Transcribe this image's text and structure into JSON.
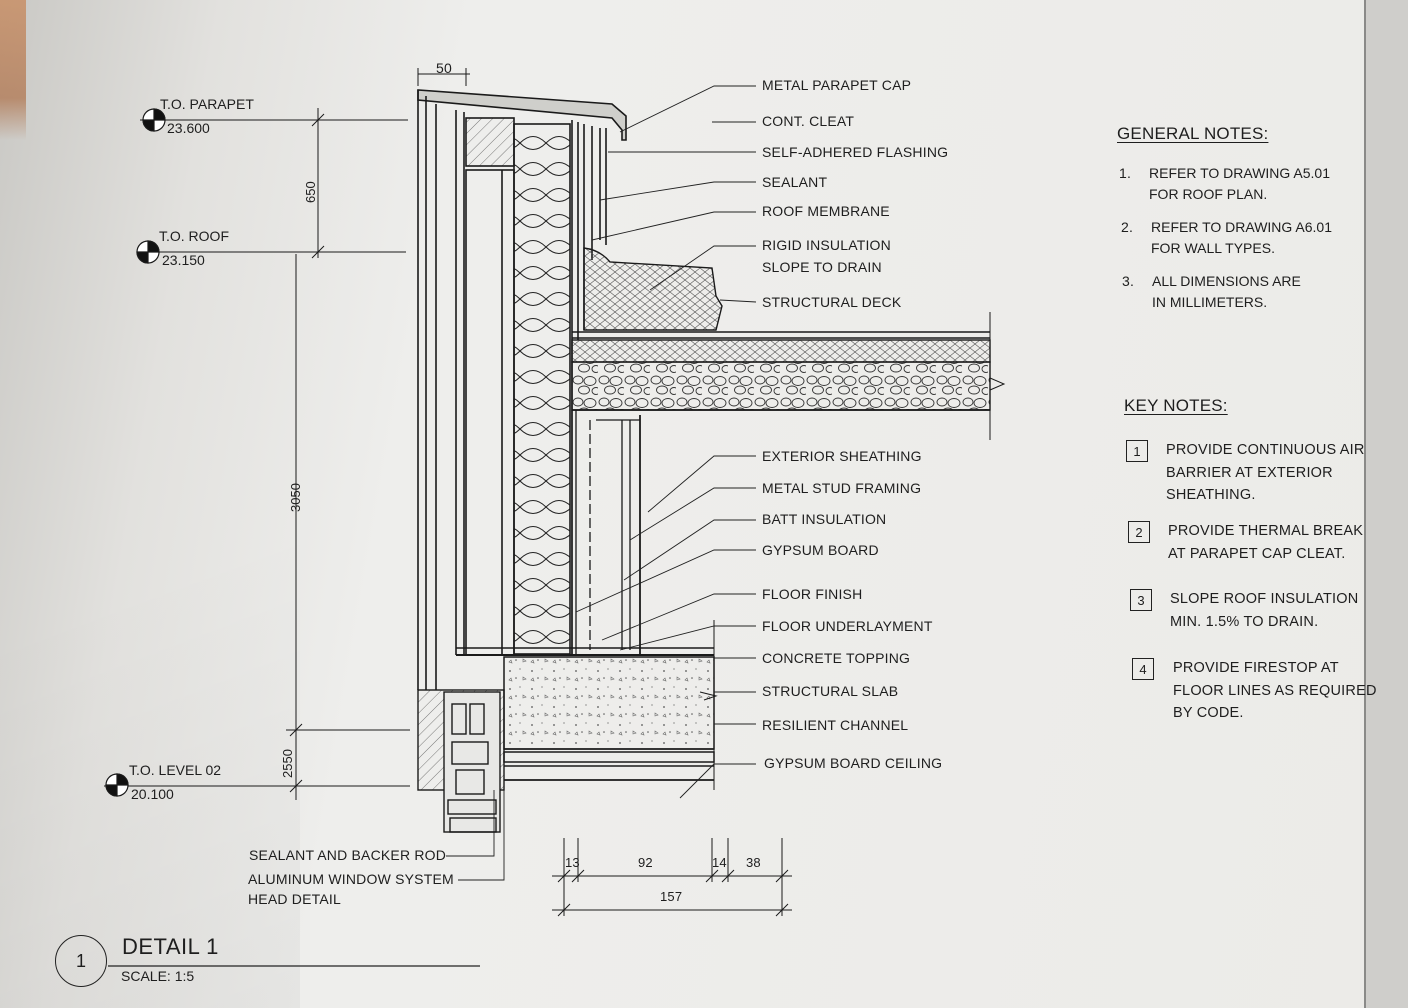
{
  "elevations": [
    {
      "name": "T.O. PARAPET",
      "value": "23.600"
    },
    {
      "name": "T.O. ROOF",
      "value": "23.150"
    },
    {
      "name": "T.O. LEVEL 02",
      "value": "20.100"
    }
  ],
  "vertical_dims": [
    "650",
    "3050",
    "2550"
  ],
  "top_dim": "50",
  "bottom_dims": {
    "a": "13",
    "b": "92",
    "c": "14",
    "d": "38",
    "total": "157"
  },
  "callouts_top": [
    "METAL PARAPET CAP",
    "CONT. CLEAT",
    "SELF-ADHERED FLASHING",
    "SEALANT",
    "ROOF MEMBRANE",
    "RIGID INSULATION",
    "SLOPE TO DRAIN",
    "STRUCTURAL DECK"
  ],
  "callouts_bottom": [
    "EXTERIOR SHEATHING",
    "METAL STUD FRAMING",
    "BATT INSULATION",
    "GYPSUM BOARD",
    "FLOOR FINISH",
    "FLOOR UNDERLAYMENT",
    "CONCRETE TOPPING",
    "STRUCTURAL SLAB",
    "RESILIENT CHANNEL",
    "GYPSUM BOARD CEILING"
  ],
  "callouts_left": [
    "SEALANT AND BACKER ROD",
    "ALUMINUM WINDOW SYSTEM",
    "HEAD DETAIL"
  ],
  "general_notes": {
    "title": "GENERAL NOTES:",
    "items": [
      {
        "n": "1.",
        "text": "REFER TO DRAWING A5.01\nFOR ROOF PLAN."
      },
      {
        "n": "2.",
        "text": "REFER TO DRAWING A6.01\nFOR WALL TYPES."
      },
      {
        "n": "3.",
        "text": "ALL DIMENSIONS ARE\nIN MILLIMETERS."
      }
    ]
  },
  "key_notes": {
    "title": "KEY NOTES:",
    "items": [
      {
        "n": "1",
        "text": "PROVIDE CONTINUOUS AIR\nBARRIER AT EXTERIOR\nSHEATHING."
      },
      {
        "n": "2",
        "text": "PROVIDE THERMAL BREAK\nAT PARAPET CAP CLEAT."
      },
      {
        "n": "3",
        "text": "SLOPE ROOF INSULATION\nMIN. 1.5% TO DRAIN."
      },
      {
        "n": "4",
        "text": "PROVIDE FIRESTOP AT\nFLOOR LINES AS REQUIRED\nBY CODE."
      }
    ]
  },
  "detail": {
    "number": "1",
    "title": "DETAIL 1",
    "scale": "SCALE: 1:5"
  }
}
